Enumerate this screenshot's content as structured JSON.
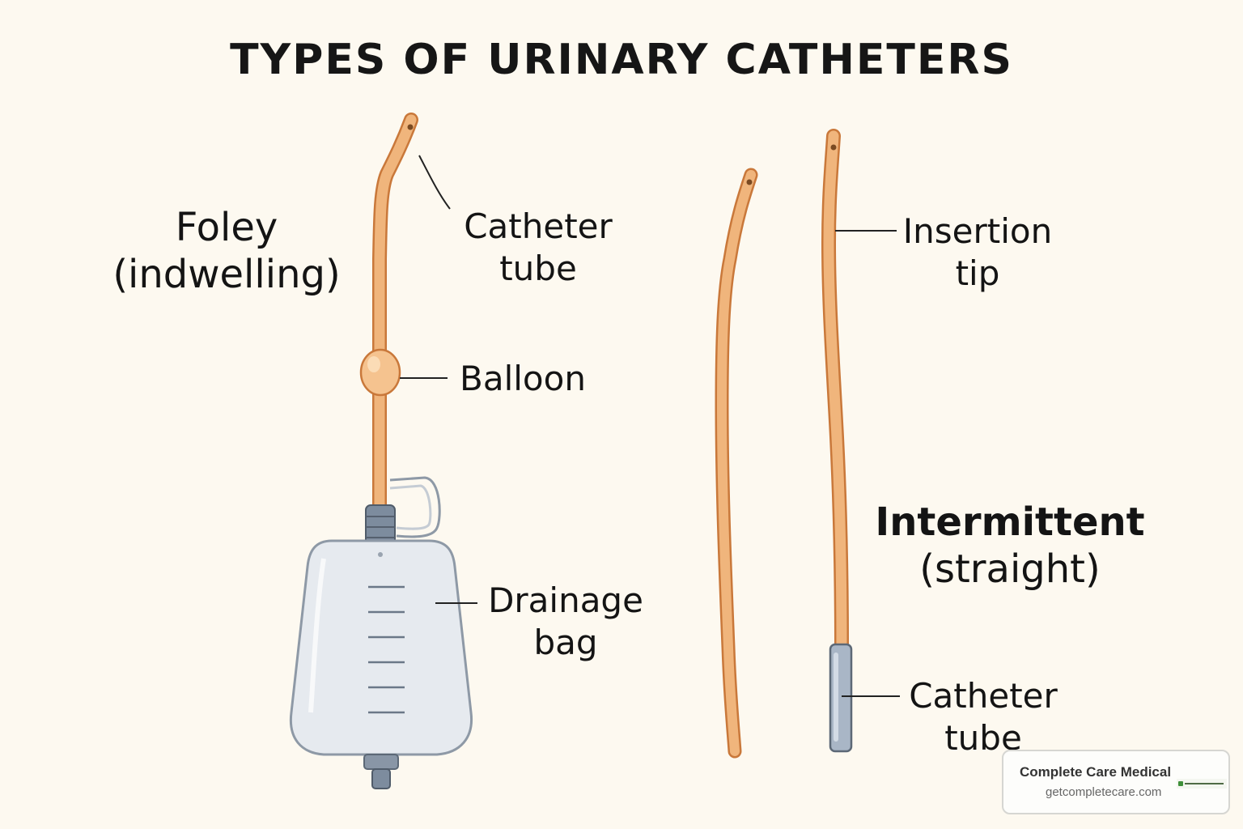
{
  "title": "TYPES OF URINARY CATHETERS",
  "foley": {
    "type_line1": "Foley",
    "type_line2": "(indwelling)",
    "parts": {
      "catheter_tube": [
        "Catheter",
        "tube"
      ],
      "balloon": "Balloon",
      "drainage_bag": [
        "Drainage",
        "bag"
      ]
    }
  },
  "intermittent": {
    "type_line1": "Intermittent",
    "type_line2": "(straight)",
    "parts": {
      "insertion_tip": [
        "Insertion",
        "tip"
      ],
      "catheter_tube": [
        "Catheter",
        "tube"
      ]
    }
  },
  "watermark": {
    "name": "Complete Care Medical",
    "url": "getcompletecare.com",
    "logo_text": "Complete Care Medical"
  },
  "colors": {
    "background": "#fdf9f0",
    "catheter": "#f0b57c",
    "catheter_outline": "#c9783a",
    "bag_fill": "#e6eaef",
    "bag_outline": "#8e99a6",
    "connector": "#7d8c9e"
  }
}
